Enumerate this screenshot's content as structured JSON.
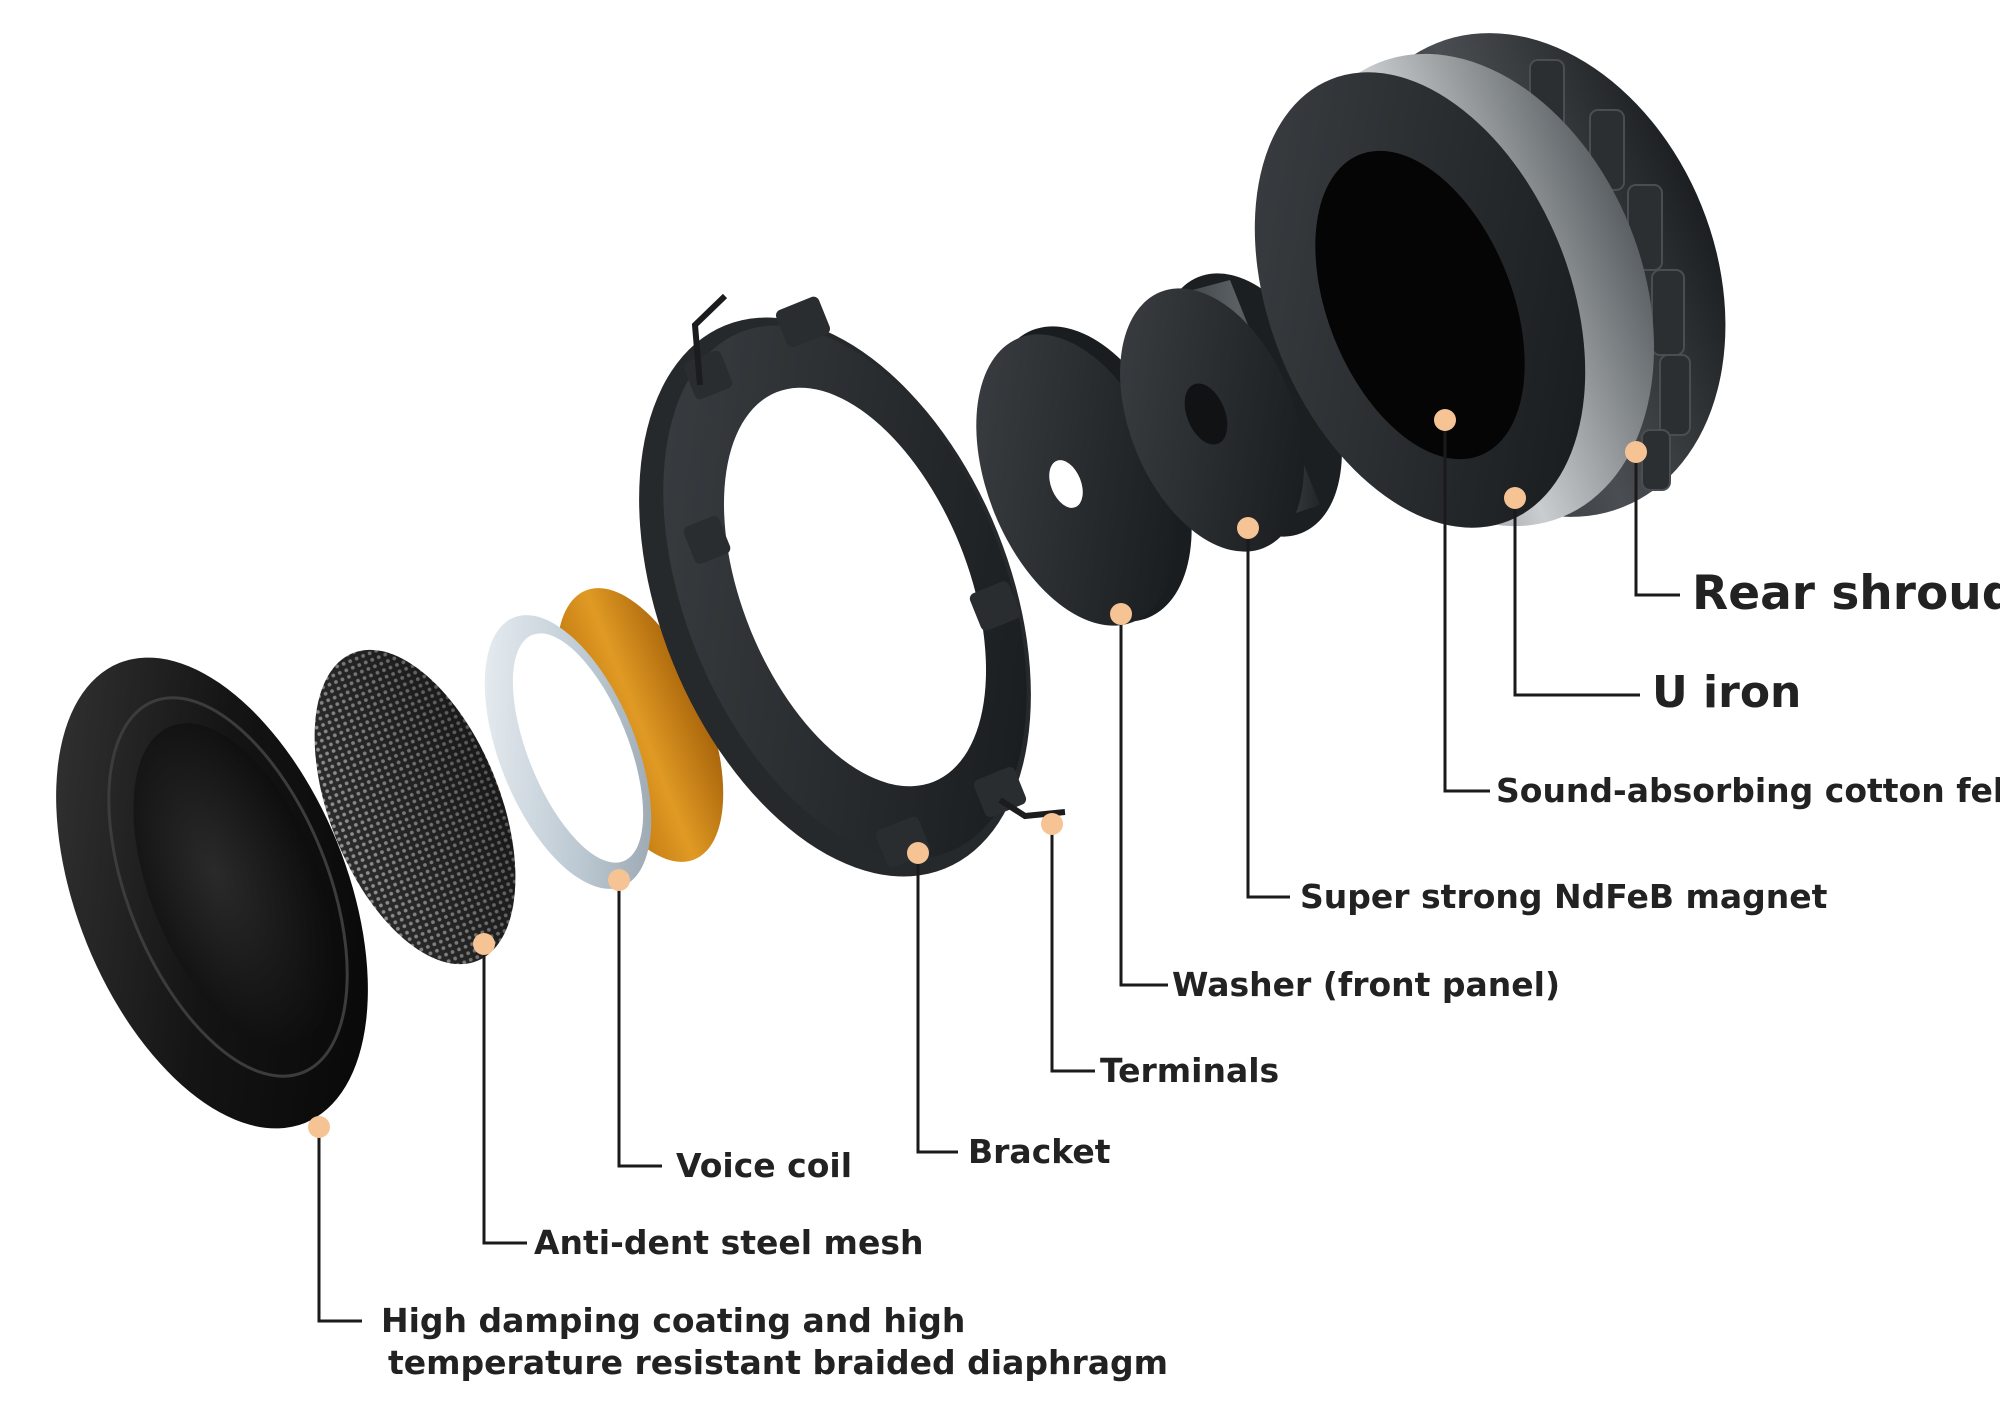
{
  "diagram": {
    "accent_color": "#f5c394",
    "leader_color": "#1a1a1a",
    "labels": {
      "rear_shroud": "Rear shroud",
      "u_iron": "U iron",
      "cotton_felt": "Sound-absorbing cotton felt",
      "magnet": "Super strong NdFeB magnet",
      "washer": "Washer (front panel)",
      "terminals": "Terminals",
      "bracket": "Bracket",
      "voice_coil": "Voice coil",
      "steel_mesh": "Anti-dent steel mesh",
      "diaphragm_line1": "High damping coating and high",
      "diaphragm_line2": "temperature resistant braided diaphragm"
    }
  }
}
